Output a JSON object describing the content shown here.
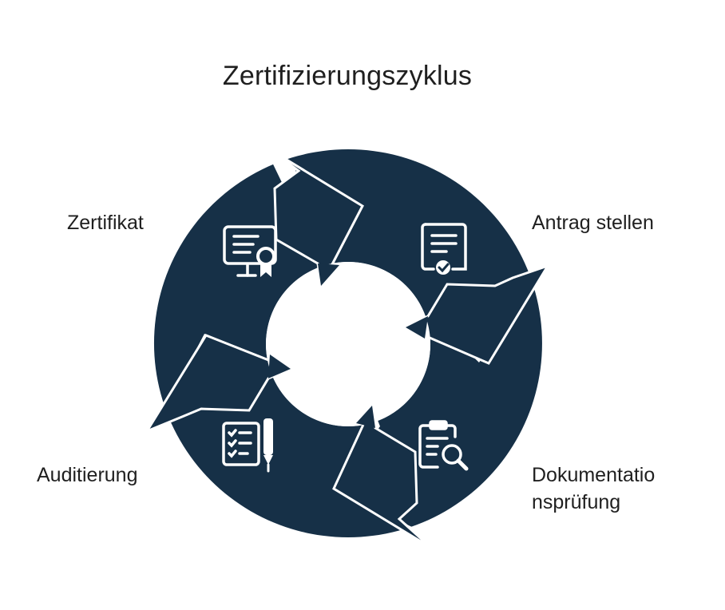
{
  "title": "Zertifizierungszyklus",
  "colors": {
    "ring": "#163047",
    "icon": "#ffffff",
    "text": "#1f1f1f"
  },
  "stages": [
    {
      "label": "Antrag stellen",
      "icon": "document-check-icon"
    },
    {
      "label": "Dokumentationsprüfung",
      "label_lines": [
        "Dokumentatio",
        "nsprüfung"
      ],
      "icon": "clipboard-search-icon"
    },
    {
      "label": "Auditierung",
      "icon": "checklist-pen-icon"
    },
    {
      "label": "Zertifikat",
      "icon": "certificate-icon"
    }
  ]
}
